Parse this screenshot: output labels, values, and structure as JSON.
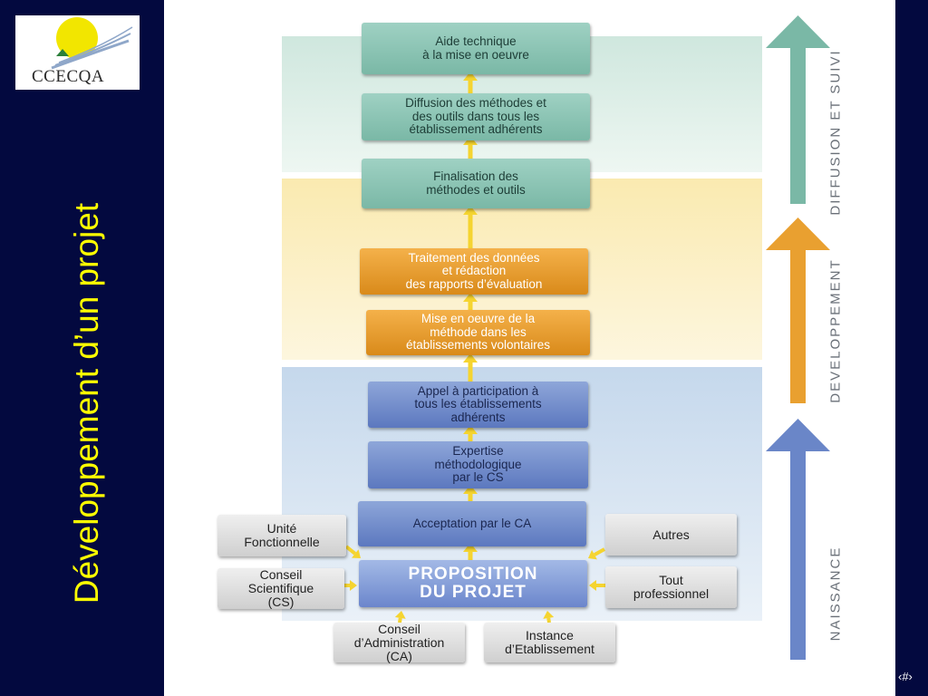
{
  "title": "Développement d’un projet",
  "logo": {
    "text": "CCECQA"
  },
  "page_number": "‹#›",
  "colors": {
    "sidebar": "#03093f",
    "title": "#ffff00",
    "green": "#7ab8a6",
    "orange": "#e9a030",
    "blue": "#6a86c8"
  },
  "steps": [
    {
      "id": "aide",
      "text": "Aide technique\nà la mise en oeuvre"
    },
    {
      "id": "diffusion",
      "text": "Diffusion des méthodes et\ndes outils dans tous les\nétablissement adhérents"
    },
    {
      "id": "finalisation",
      "text": "Finalisation des\nméthodes et outils"
    },
    {
      "id": "traitement",
      "text": "Traitement des données\net rédaction\ndes rapports d’évaluation"
    },
    {
      "id": "mise",
      "text": "Mise en oeuvre de la\nméthode dans les\nétablissements volontaires"
    },
    {
      "id": "appel",
      "text": "Appel à participation à\ntous les établissements\nadhérents"
    },
    {
      "id": "expertise",
      "text": "Expertise\nméthodologique\npar le CS"
    },
    {
      "id": "acceptation",
      "text": "Acceptation par le CA"
    },
    {
      "id": "proposition",
      "text": "PROPOSITION\nDU PROJET"
    }
  ],
  "sources": [
    {
      "id": "unite",
      "text": "Unité\nFonctionnelle"
    },
    {
      "id": "conseil-scientifique",
      "text": "Conseil\nScientifique\n(CS)"
    },
    {
      "id": "conseil-administration",
      "text": "Conseil\nd’Administration\n(CA)"
    },
    {
      "id": "instance",
      "text": "Instance\nd’Etablissement"
    },
    {
      "id": "autres",
      "text": "Autres"
    },
    {
      "id": "tout",
      "text": "Tout\nprofessionnel"
    }
  ],
  "phases": [
    {
      "id": "diffusion",
      "label": "DIFFUSION ET SUIVI"
    },
    {
      "id": "developpement",
      "label": "DEVELOPPEMENT"
    },
    {
      "id": "naissance",
      "label": "NAISSANCE"
    }
  ]
}
